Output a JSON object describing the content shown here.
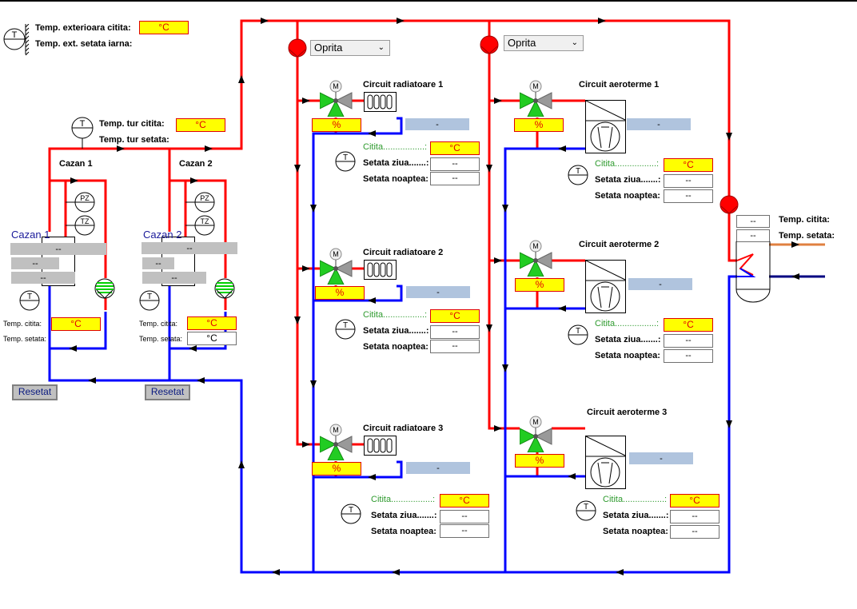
{
  "outdoor": {
    "read_label": "Temp. exterioara citita:",
    "read_value": "°C",
    "set_label": "Temp. ext. setata iarna:"
  },
  "flow": {
    "read_label": "Temp. tur citita:",
    "read_value": "°C",
    "set_label": "Temp. tur setata:"
  },
  "boilers": [
    {
      "title": "Cazan 1",
      "name_label": "Cazan 1",
      "status_lines": [
        "--",
        "--",
        "--"
      ],
      "read_label": "Temp. citita:",
      "read_value": "°C",
      "set_label": "Temp. setata:",
      "set_value": "",
      "reset_label": "Resetat"
    },
    {
      "title": "Cazan 2",
      "name_label": "Cazan 2",
      "status_lines": [
        "--",
        "--",
        "--"
      ],
      "read_label": "Temp. citita:",
      "read_value": "°C",
      "set_label": "Temp. setata:",
      "set_value": "°C",
      "reset_label": "Resetat"
    }
  ],
  "pump_selects": [
    {
      "selected": "Oprita"
    },
    {
      "selected": "Oprita"
    }
  ],
  "instrument_labels": {
    "pz": "PZ",
    "tz": "TZ",
    "t": "T",
    "m": "M"
  },
  "circuits_radiatoare": [
    {
      "title": "Circuit radiatoare 1",
      "valve_value": "%",
      "status": "-",
      "read_label": "Citita.................:",
      "read_value": "°C",
      "day_label": "Setata ziua.......:",
      "day_value": "--",
      "night_label": "Setata noaptea:",
      "night_value": "--"
    },
    {
      "title": "Circuit radiatoare 2",
      "valve_value": "%",
      "status": "-",
      "read_label": "Citita.................:",
      "read_value": "°C",
      "day_label": "Setata ziua.......:",
      "day_value": "--",
      "night_label": "Setata noaptea:",
      "night_value": "--"
    },
    {
      "title": "Circuit radiatoare 3",
      "valve_value": "%",
      "status": "-",
      "read_label": "Citita.................:",
      "read_value": "°C",
      "day_label": "Setata ziua.......:",
      "day_value": "--",
      "night_label": "Setata noaptea:",
      "night_value": "--"
    }
  ],
  "circuits_aeroterme": [
    {
      "title": "Circuit aeroterme 1",
      "valve_value": "%",
      "status": "-",
      "read_label": "Citita.................:",
      "read_value": "°C",
      "day_label": "Setata ziua.......:",
      "day_value": "--",
      "night_label": "Setata noaptea:",
      "night_value": "--"
    },
    {
      "title": "Circuit aeroterme 2",
      "valve_value": "%",
      "status": "-",
      "read_label": "Citita.................:",
      "read_value": "°C",
      "day_label": "Setata ziua.......:",
      "day_value": "--",
      "night_label": "Setata noaptea:",
      "night_value": "--"
    },
    {
      "title": "Circuit aeroterme 3",
      "valve_value": "%",
      "status": "-",
      "read_label": "Citita.................:",
      "read_value": "°C",
      "day_label": "Setata ziua.......:",
      "day_value": "--",
      "night_label": "Setata noaptea:",
      "night_value": "--"
    }
  ],
  "boiler_tank": {
    "read_label": "Temp. citita:",
    "read_value": "--",
    "set_label": "Temp. setata:",
    "set_value": "--"
  },
  "colors": {
    "supply_pipe": "#ff0000",
    "return_pipe": "#0000ff",
    "hot_water_out": "#e08040",
    "cold_water_in": "#000080",
    "value_bg": "#ffff00",
    "status_bg": "#b0c4de"
  }
}
